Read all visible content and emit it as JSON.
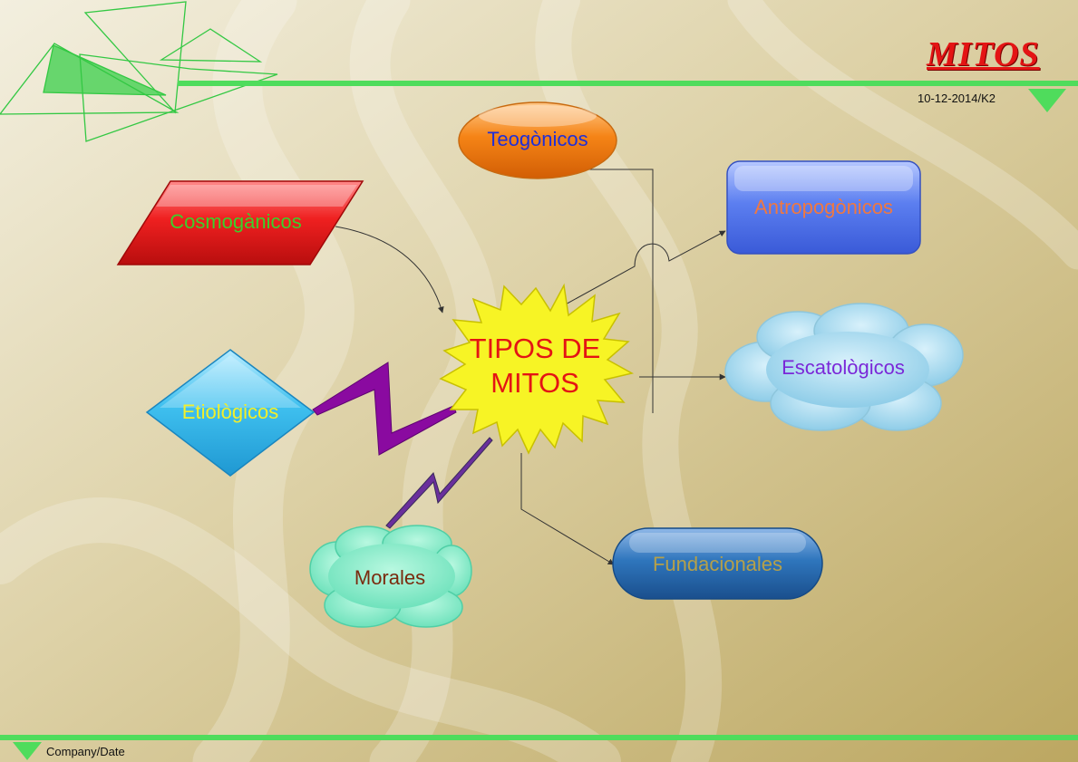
{
  "header": {
    "title": "MITOS",
    "date": "10-12-2014/K2"
  },
  "footer": {
    "text": "Company/Date"
  },
  "diagram": {
    "center": "TIPOS DE MITOS",
    "center_line1": "TIPOS DE",
    "center_line2": "MITOS",
    "nodes": {
      "teogonicos": "Teogònicos",
      "cosmoganicos": "Cosmogànicos",
      "antropogonicos": "Antropogònicos",
      "escatologicos": "Escatològicos",
      "etiologicos": "Etiològicos",
      "morales": "Morales",
      "fundacionales": "Fundacionales"
    }
  },
  "colors": {
    "background_light": "#efe9d2",
    "background_dark": "#c2ad68",
    "accent_green": "#3dd14a",
    "title_red": "#e41414",
    "burst_yellow": "#f7f425",
    "cosmoganicos_fill": "#e81c1c",
    "teogonicos_fill": "#f07a10",
    "antropogonicos_fill": "#4f74e8",
    "escatologicos_fill": "#9fd6ee",
    "etiologicos_fill": "#35b8ec",
    "morales_fill": "#7fecc7",
    "fundacionales_fill": "#2a6fb5"
  }
}
